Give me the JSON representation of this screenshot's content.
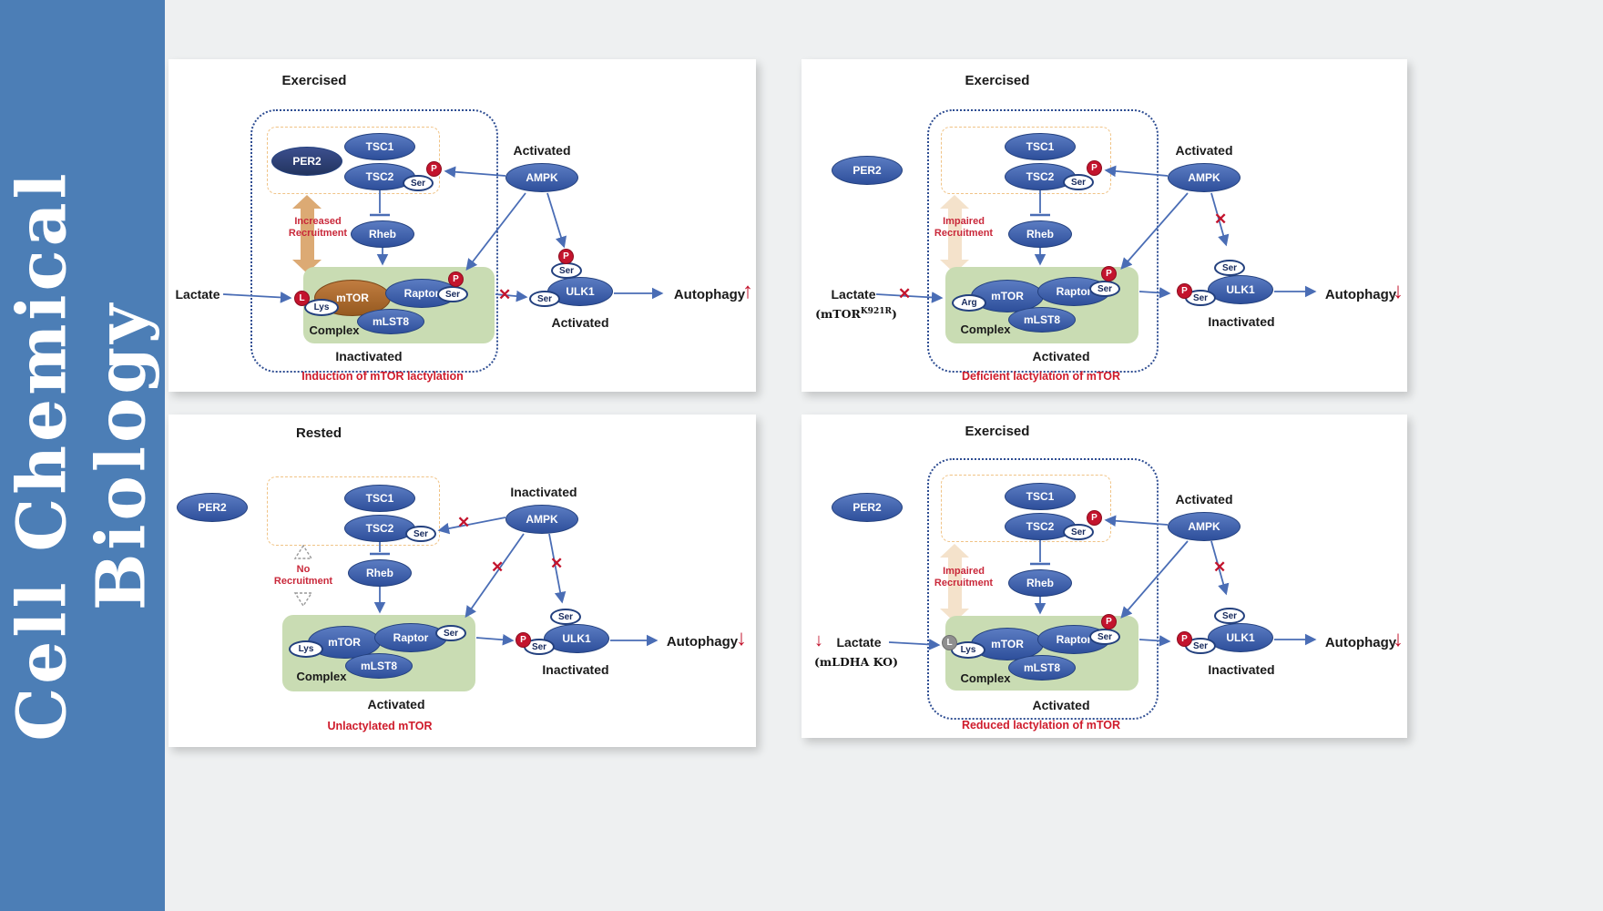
{
  "journal": {
    "line1": "Cell Chemical",
    "line2": "Biology"
  },
  "icons": {
    "blocked_x": "✕",
    "up_arrow": "↑",
    "down_arrow": "↓"
  },
  "panels": [
    {
      "condition": "Exercised",
      "per2": "PER2",
      "tsc1": "TSC1",
      "tsc2": "TSC2",
      "ser": "Ser",
      "p": "P",
      "l": "L",
      "lys": "Lys",
      "ampk": "AMPK",
      "ampk_state": "Activated",
      "recruitment_line1": "Increased",
      "recruitment_line2": "Recruitment",
      "rheb": "Rheb",
      "mtor": "mTOR",
      "raptor": "Raptor",
      "mlst8": "mLST8",
      "complex_label": "Complex",
      "complex_state": "Inactivated",
      "lactate": "Lactate",
      "ulk1": "ULK1",
      "ulk1_state": "Activated",
      "autophagy": "Autophagy",
      "caption": "Induction of mTOR lactylation"
    },
    {
      "condition": "Exercised",
      "per2": "PER2",
      "tsc1": "TSC1",
      "tsc2": "TSC2",
      "ser": "Ser",
      "p": "P",
      "arg": "Arg",
      "ampk": "AMPK",
      "ampk_state": "Activated",
      "recruitment_line1": "Impaired",
      "recruitment_line2": "Recruitment",
      "rheb": "Rheb",
      "mtor": "mTOR",
      "raptor": "Raptor",
      "mlst8": "mLST8",
      "complex_label": "Complex",
      "complex_state": "Activated",
      "lactate": "Lactate",
      "mutant_pre": "(mTOR",
      "mutant_sup": "K921R",
      "mutant_post": ")",
      "ulk1": "ULK1",
      "ulk1_state": "Inactivated",
      "autophagy": "Autophagy",
      "caption": "Deficient lactylation of mTOR"
    },
    {
      "condition": "Rested",
      "per2": "PER2",
      "tsc1": "TSC1",
      "tsc2": "TSC2",
      "ser": "Ser",
      "p": "P",
      "lys": "Lys",
      "ampk": "AMPK",
      "ampk_state": "Inactivated",
      "recruitment_line1": "No",
      "recruitment_line2": "Recruitment",
      "rheb": "Rheb",
      "mtor": "mTOR",
      "raptor": "Raptor",
      "mlst8": "mLST8",
      "complex_label": "Complex",
      "complex_state": "Activated",
      "ulk1": "ULK1",
      "ulk1_state": "Inactivated",
      "autophagy": "Autophagy",
      "caption": "Unlactylated mTOR"
    },
    {
      "condition": "Exercised",
      "per2": "PER2",
      "tsc1": "TSC1",
      "tsc2": "TSC2",
      "ser": "Ser",
      "p": "P",
      "l": "L",
      "lys": "Lys",
      "ampk": "AMPK",
      "ampk_state": "Activated",
      "recruitment_line1": "Impaired",
      "recruitment_line2": "Recruitment",
      "rheb": "Rheb",
      "mtor": "mTOR",
      "raptor": "Raptor",
      "mlst8": "mLST8",
      "complex_label": "Complex",
      "complex_state": "Activated",
      "lactate": "Lactate",
      "knockout_note": "(mLDHA KO)",
      "ulk1": "ULK1",
      "ulk1_state": "Inactivated",
      "autophagy": "Autophagy",
      "caption": "Reduced lactylation of mTOR"
    }
  ]
}
